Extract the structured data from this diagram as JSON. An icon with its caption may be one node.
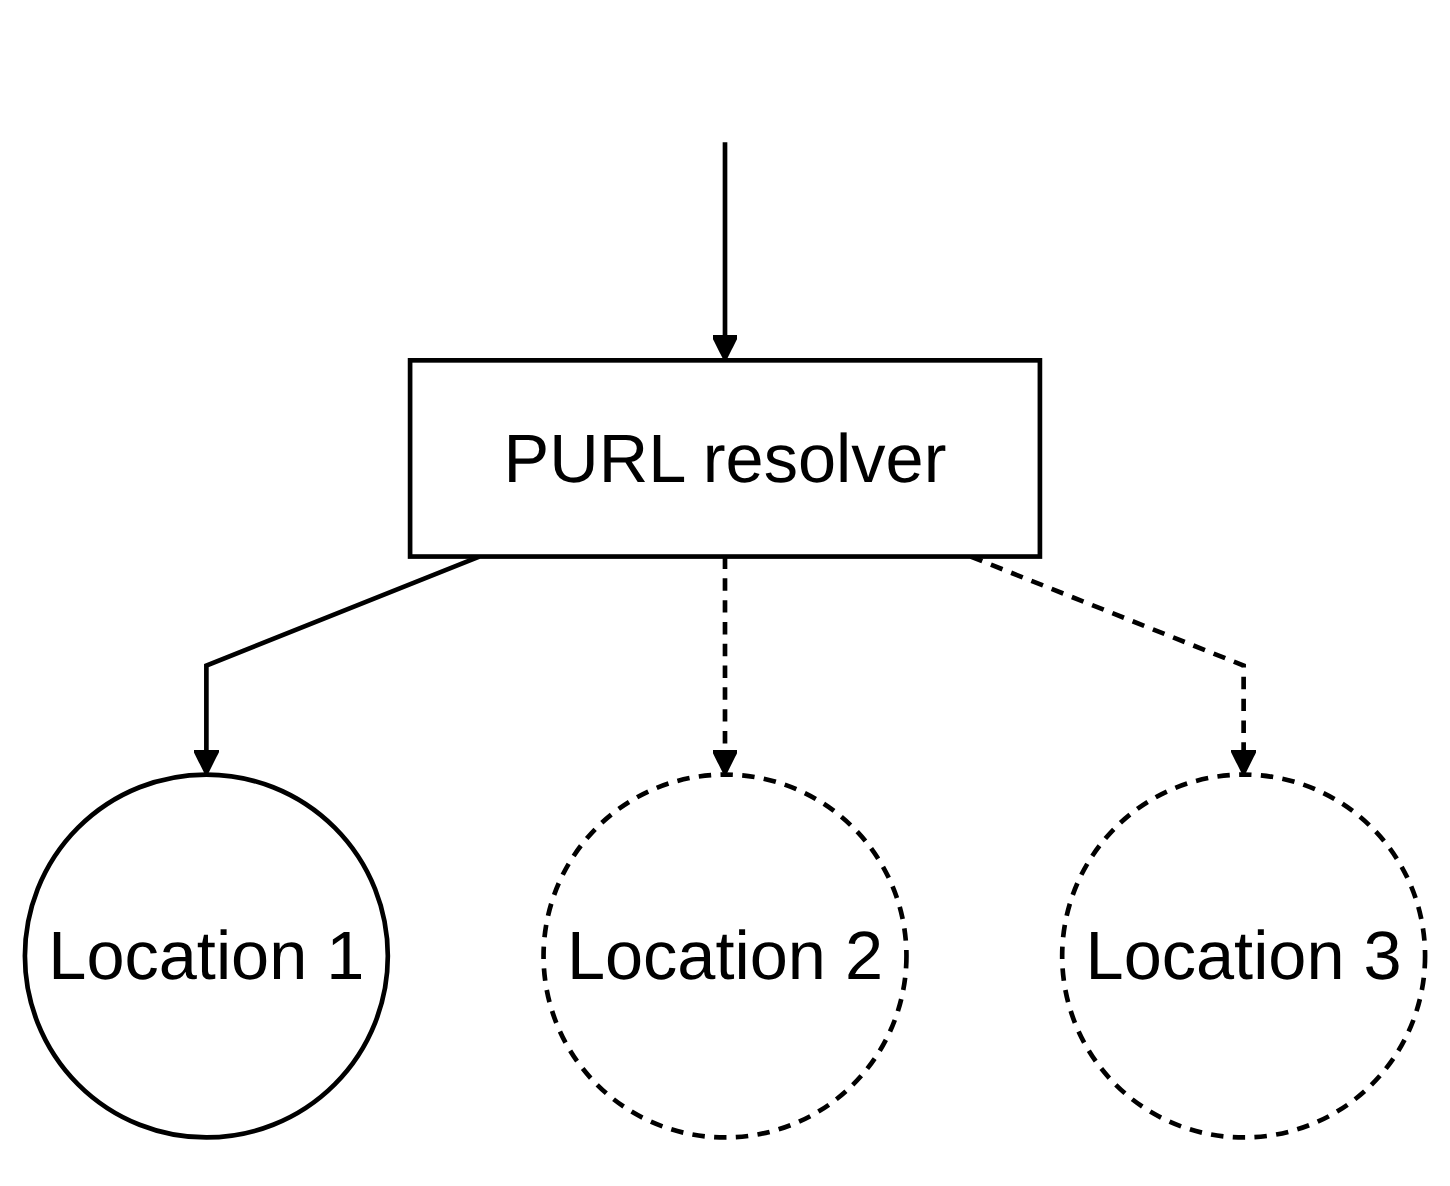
{
  "diagram": {
    "nodes": [
      {
        "text": [
          "PURL resolver"
        ]
      },
      {
        "text": [
          "Location 1"
        ]
      },
      {
        "text": [
          "Location 2"
        ]
      },
      {
        "text": [
          "Location 3"
        ]
      }
    ],
    "edges": [
      {
        "from": null,
        "to": 0,
        "arrow": "to"
      },
      {
        "from": 0,
        "to": 1,
        "arrow": "to"
      },
      {
        "from": 0,
        "to": 2,
        "arrow": "to",
        "style": "dashed"
      },
      {
        "from": 0,
        "to": 3,
        "arrow": "to",
        "style": "dashed"
      }
    ]
  }
}
